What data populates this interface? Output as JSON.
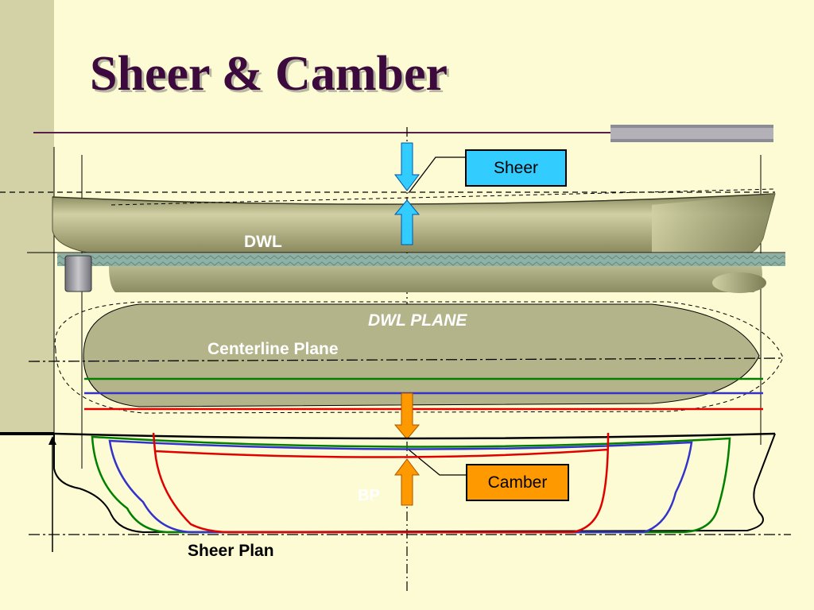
{
  "slide": {
    "title": "Sheer & Camber"
  },
  "callouts": {
    "sheer": "Sheer",
    "camber": "Camber"
  },
  "labels": {
    "dwl": "DWL",
    "dwl_plane": "DWL PLANE",
    "centerline_plane": "Centerline Plane",
    "bp": "BP",
    "sheer_plan": "Sheer Plan"
  },
  "colors": {
    "background": "#fdfbd3",
    "title": "#3c0a3c",
    "sheer_arrow": "#33ccff",
    "camber_arrow": "#ff9900",
    "hull": "#b4b48a",
    "line_green": "#008000",
    "line_blue": "#3333cc",
    "line_red": "#e00000"
  }
}
